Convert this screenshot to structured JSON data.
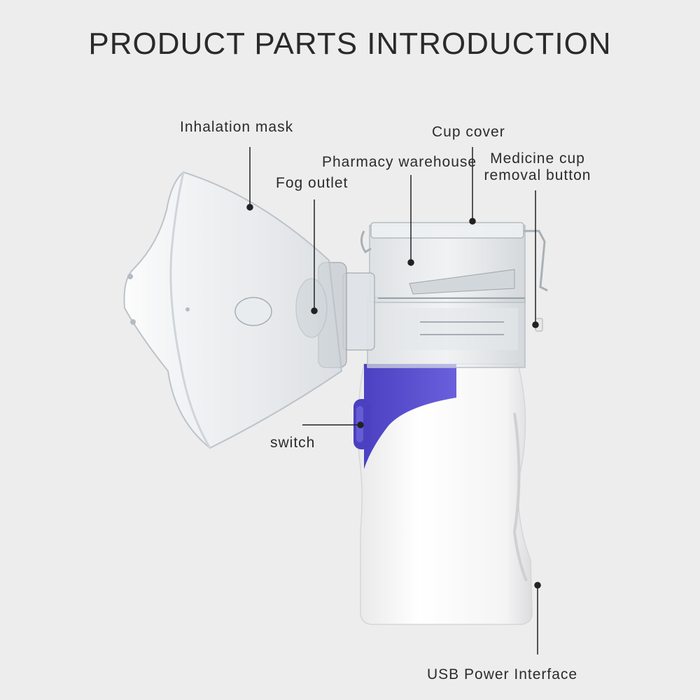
{
  "title": "PRODUCT PARTS INTRODUCTION",
  "colors": {
    "background": "#ededed",
    "accent_purple": "#5a4fcf",
    "body_white": "#fbfbfb",
    "leader_line": "#222222"
  },
  "labels": {
    "inhalation_mask": "Inhalation mask",
    "cup_cover": "Cup cover",
    "pharmacy_warehouse": "Pharmacy warehouse",
    "medicine_cup_removal_line1": "Medicine cup",
    "medicine_cup_removal_line2": "removal button",
    "fog_outlet": "Fog outlet",
    "switch": "switch",
    "usb_power_interface": "USB Power Interface"
  }
}
